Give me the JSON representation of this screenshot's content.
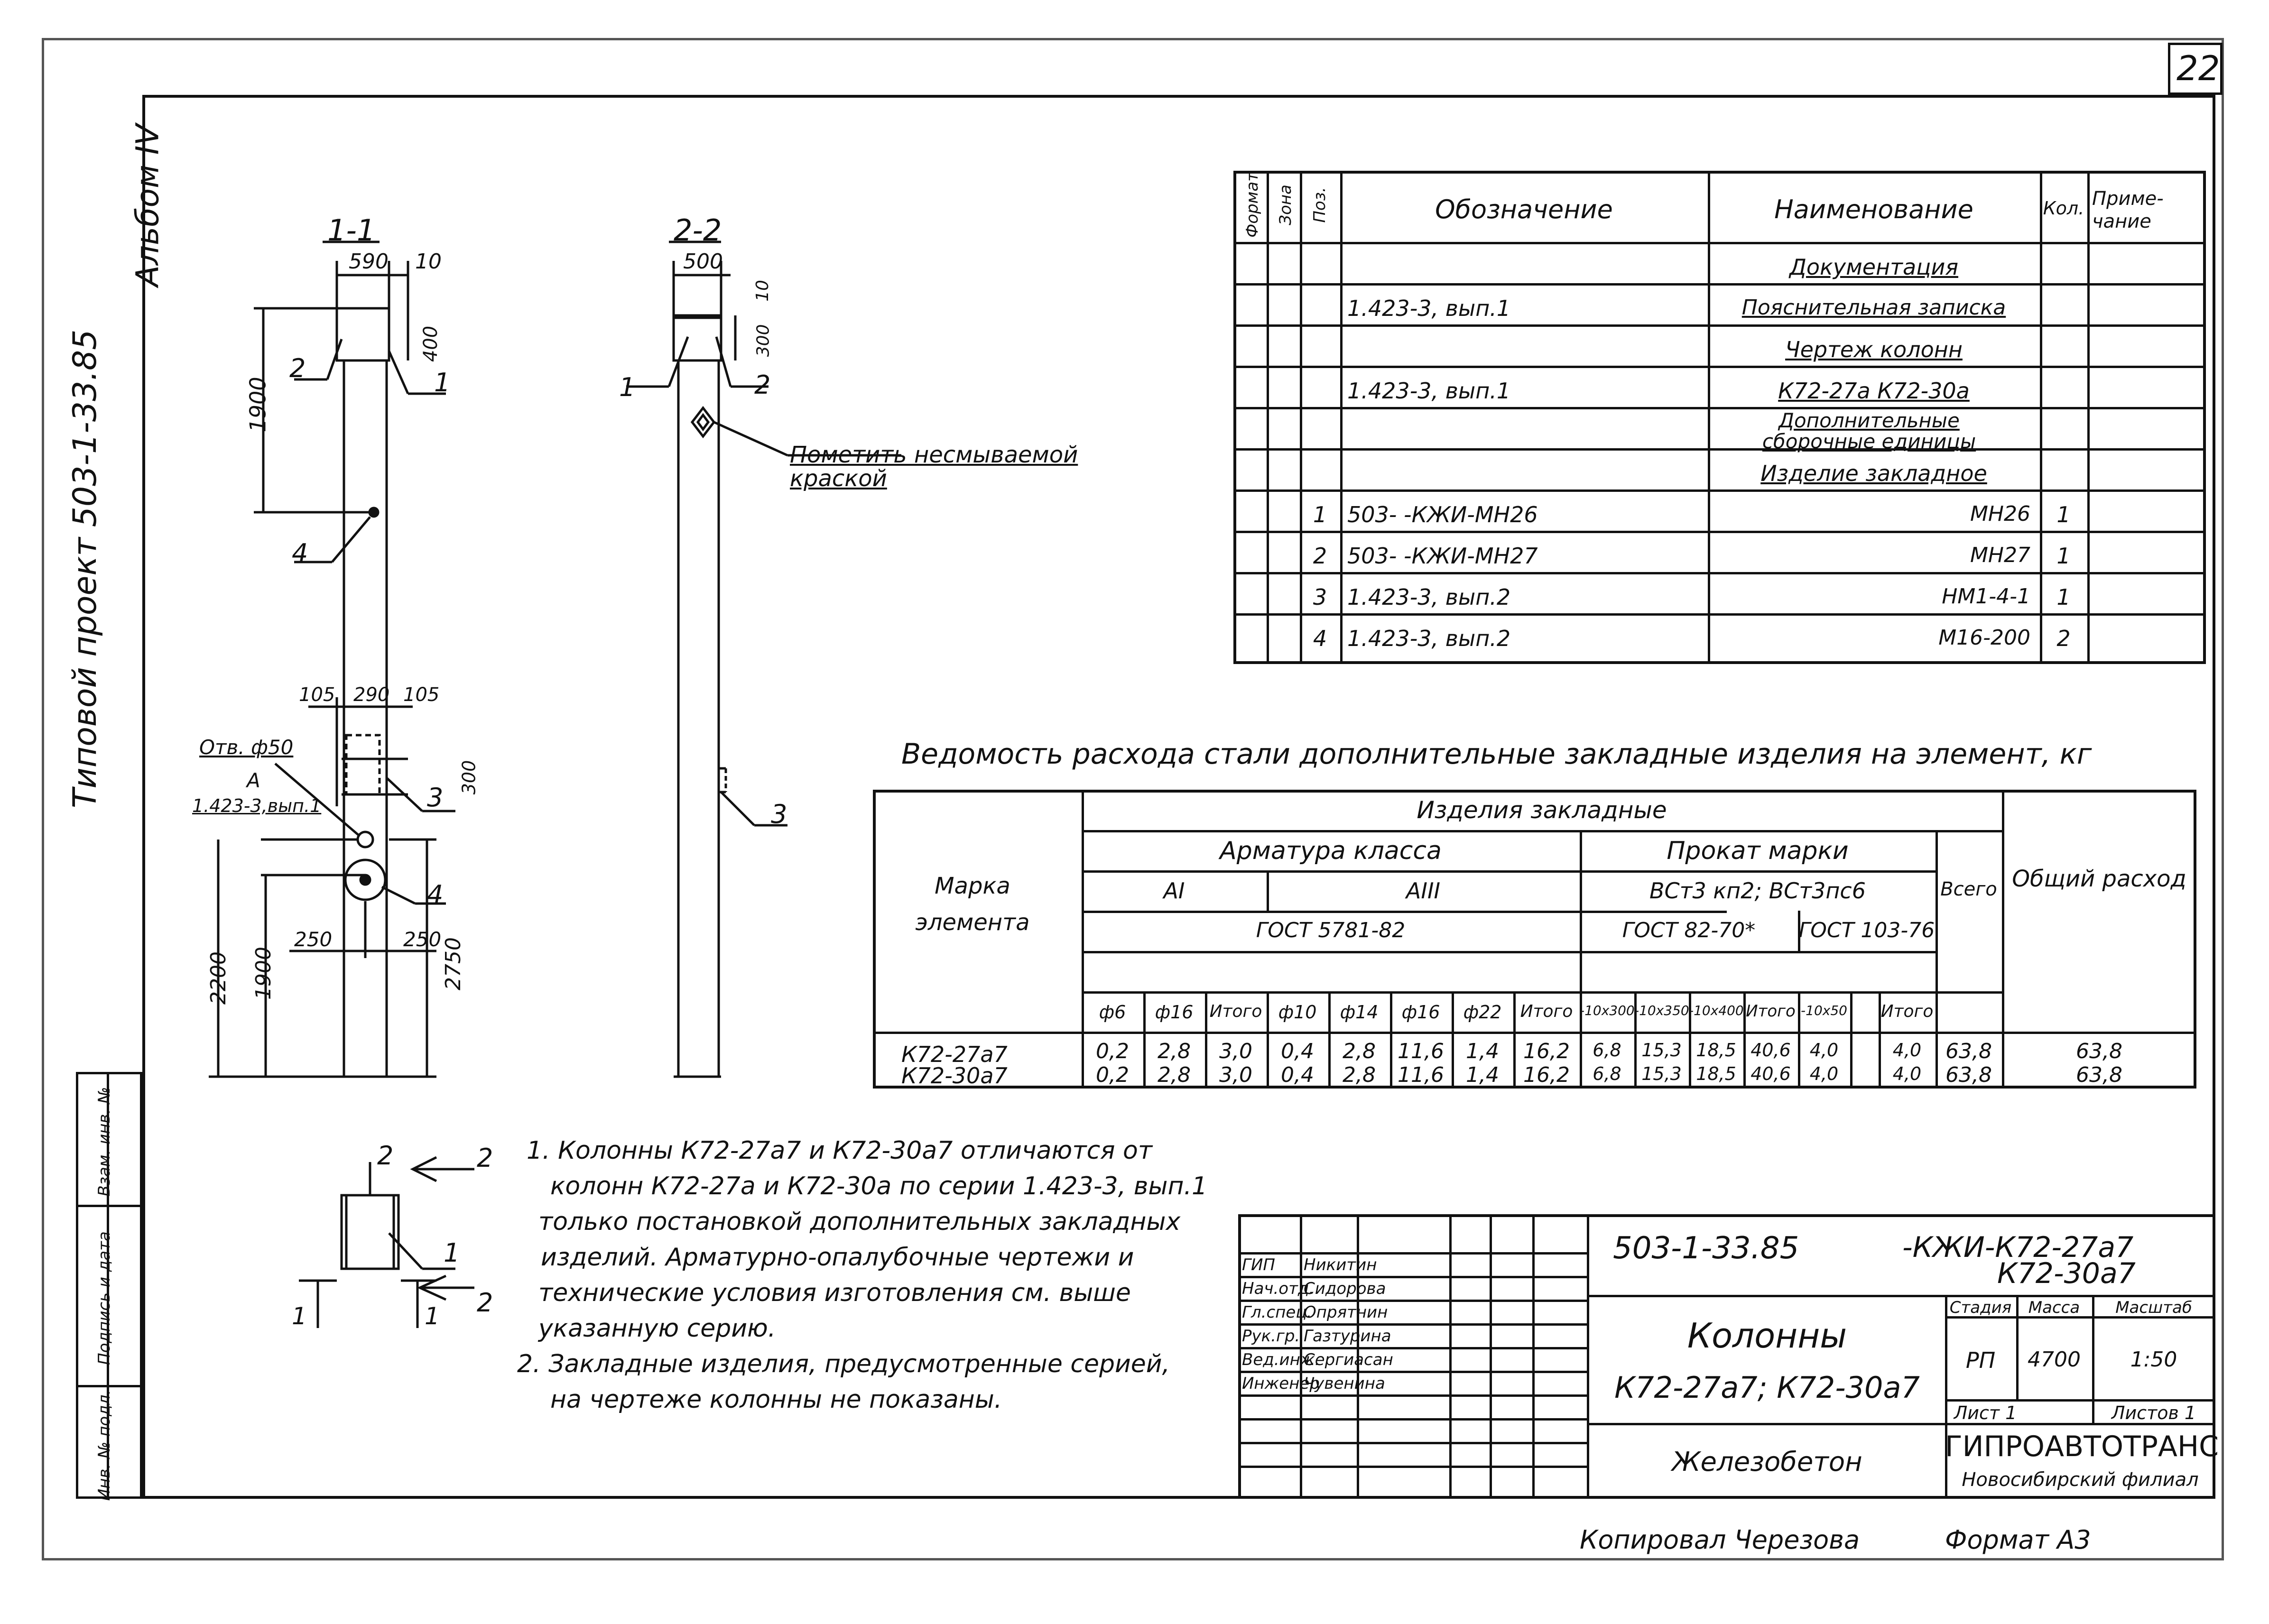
{
  "sheet": {
    "page_number": "22",
    "album": "Альбом IV",
    "project": "Типовой проект 503-1-33.85",
    "copied_by": "Копировал Черезова",
    "format": "Формат А3",
    "left_strip": {
      "label1": "Инв. № подл.",
      "label2": "Подпись и дата",
      "label3": "Взам. инв. №"
    }
  },
  "section_1_1": {
    "title": "1-1",
    "dims": [
      "590",
      "10",
      "400",
      "1900",
      "105",
      "290",
      "105",
      "300",
      "250",
      "250",
      "2750",
      "2200",
      "1900"
    ],
    "callouts": [
      "1",
      "2",
      "3",
      "4",
      "4"
    ],
    "hole_note": [
      "Отв. ф50",
      "А",
      "1.423-3,вып.1"
    ]
  },
  "section_2_2": {
    "title": "2-2",
    "dims": [
      "500",
      "10",
      "300"
    ],
    "callouts": [
      "1",
      "2",
      "3"
    ],
    "note": [
      "Пометить несмываемой",
      "краской"
    ]
  },
  "spec_table": {
    "headers": {
      "format": "Формат",
      "zone": "Зона",
      "pos": "Поз.",
      "designation": "Обозначение",
      "name": "Наименование",
      "qty": "Кол.",
      "note": "Приме-чание"
    },
    "rows": [
      {
        "pos": "",
        "designation": "",
        "name": "Документация",
        "qty": ""
      },
      {
        "pos": "",
        "designation": "1.423-3, вып.1",
        "name": "Пояснительная записка",
        "qty": ""
      },
      {
        "pos": "",
        "designation": "",
        "name": "Чертеж колонн",
        "qty": ""
      },
      {
        "pos": "",
        "designation": "1.423-3, вып.1",
        "name": "К72-27а К72-30а",
        "qty": ""
      },
      {
        "pos": "",
        "designation": "",
        "name": "Дополнительные сборочные единицы",
        "qty": ""
      },
      {
        "pos": "",
        "designation": "",
        "name": "Изделие закладное",
        "qty": ""
      },
      {
        "pos": "1",
        "designation": "503- -КЖИ-МН26",
        "name": "МН26",
        "qty": "1"
      },
      {
        "pos": "2",
        "designation": "503- -КЖИ-МН27",
        "name": "МН27",
        "qty": "1"
      },
      {
        "pos": "3",
        "designation": "1.423-3, вып.2",
        "name": "НМ1-4-1",
        "qty": "1"
      },
      {
        "pos": "4",
        "designation": "1.423-3, вып.2",
        "name": "М16-200",
        "qty": "2"
      }
    ]
  },
  "steel_table": {
    "title": "Ведомость расхода стали дополнительные закладные изделия на элемент, кг",
    "h_mark": "Марка элемента",
    "h_items": "Изделия закладные",
    "h_rebar": "Арматура класса",
    "h_rolled": "Прокат марки",
    "h_AI": "АI",
    "h_AIII": "АIII",
    "h_grade": "ВСт3 кп2; ВСт3пс6",
    "h_gost1": "ГОСТ 5781-82",
    "h_gost2": "ГОСТ 82-70*",
    "h_gost3": "ГОСТ 103-76",
    "h_total": "Всего",
    "h_overall": "Общий расход",
    "subcols": [
      "ф6",
      "ф16",
      "Итого",
      "ф10",
      "ф14",
      "ф16",
      "ф22",
      "Итого",
      "-10х300",
      "-10х350",
      "-10х400",
      "Итого",
      "-10х50",
      "",
      "Итого"
    ],
    "rows": [
      {
        "mark": "К72-27а7",
        "values": [
          "0,2",
          "2,8",
          "3,0",
          "0,4",
          "2,8",
          "11,6",
          "1,4",
          "16,2",
          "6,8",
          "15,3",
          "18,5",
          "40,6",
          "4,0",
          "",
          "4,0",
          "63,8",
          "63,8"
        ]
      },
      {
        "mark": "К72-30а7",
        "values": [
          "0,2",
          "2,8",
          "3,0",
          "0,4",
          "2,8",
          "11,6",
          "1,4",
          "16,2",
          "6,8",
          "15,3",
          "18,5",
          "40,6",
          "4,0",
          "",
          "4,0",
          "63,8",
          "63,8"
        ]
      }
    ]
  },
  "notes": [
    "1. Колонны К72-27а7 и К72-30а7 отличаются от",
    "колонн К72-27а и К72-30а по серии 1.423-3, вып.1",
    "только постановкой дополнительных закладных",
    "изделий. Арматурно-опалубочные чертежи и",
    "технические условия изготовления см. выше",
    "указанную серию.",
    "2. Закладные изделия, предусмотренные серией,",
    "на чертеже колонны не показаны."
  ],
  "small_detail": {
    "labels": [
      "2",
      "1",
      "2",
      "2",
      "1",
      "1"
    ]
  },
  "title_block": {
    "code": "503-1-33.85",
    "code2": "-КЖИ-К72-27а7",
    "code3": "К72-30а7",
    "name_title": "Колонны",
    "name_sub": "К72-27а7; К72-30а7",
    "material": "Железобетон",
    "stage_h": "Стадия",
    "mass_h": "Масса",
    "scale_h": "Масштаб",
    "stage": "РП",
    "mass": "4700",
    "scale": "1:50",
    "sheet": "Лист 1",
    "sheets": "Листов 1",
    "org": "ГИПРОАВТОТРАНС",
    "org_sub": "Новосибирский филиал",
    "signers": [
      {
        "role": "ГИП",
        "name": "Никитин"
      },
      {
        "role": "Нач.отд.",
        "name": "Сидорова"
      },
      {
        "role": "Гл.спец.",
        "name": "Опрятнин"
      },
      {
        "role": "Рук.гр.",
        "name": "Газтурина"
      },
      {
        "role": "Вед.инж.",
        "name": "Сергиасан"
      },
      {
        "role": "Инженер",
        "name": "Чувенина"
      }
    ]
  }
}
